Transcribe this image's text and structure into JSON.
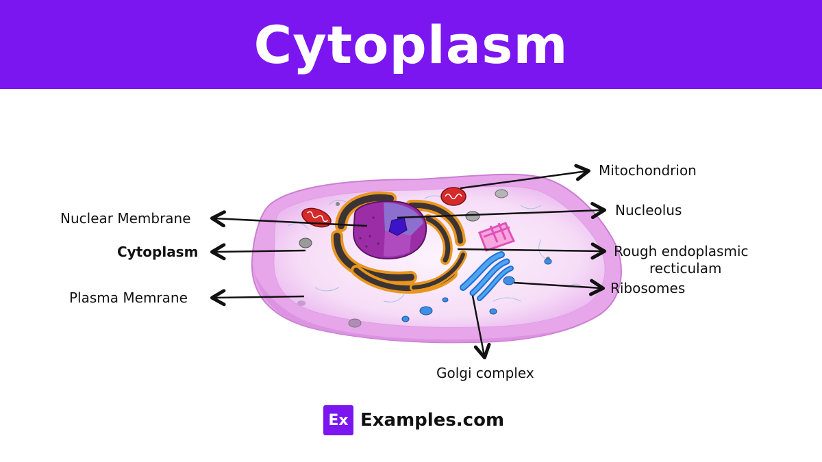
{
  "header": {
    "title": "Cytoplasm",
    "color": "#7b16f1"
  },
  "diagram": {
    "labels": {
      "mitochondrion": "Mitochondrion",
      "nucleolus": "Nucleolus",
      "rough_er_line1": "Rough endoplasmic",
      "rough_er_line2": "recticulam",
      "ribosomes": "Ribosomes",
      "golgi": "Golgi complex",
      "nuclear_membrane": "Nuclear Membrane",
      "cytoplasm": "Cytoplasm",
      "plasma_membrane": "Plasma Memrane"
    }
  },
  "footer": {
    "logo_mark": "Ex",
    "site": "Examples.com"
  }
}
